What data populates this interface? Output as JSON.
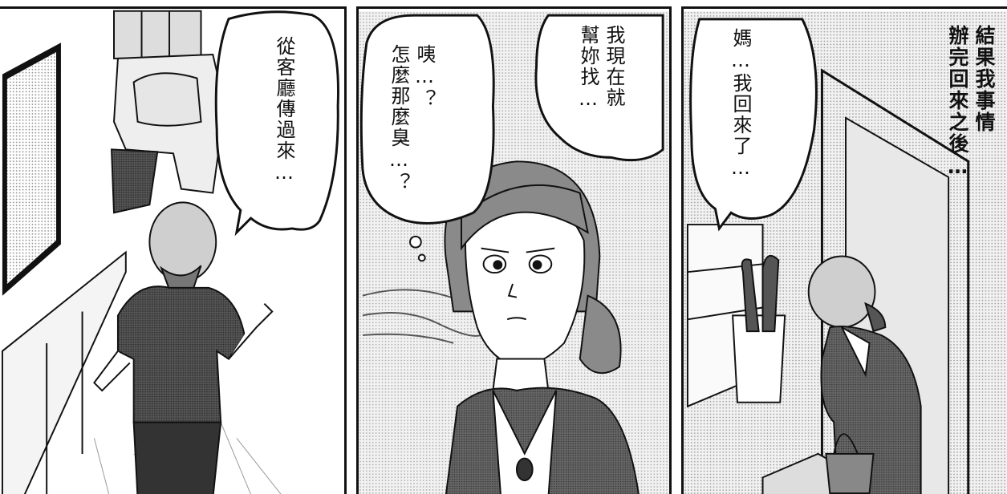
{
  "panels": [
    {
      "id": "left",
      "text": "從客廳傳過來…"
    },
    {
      "id": "middle",
      "thought": "我現在就\n幫妳找…",
      "speech": "咦…？\n怎麼那麼臭…？"
    },
    {
      "id": "right",
      "speech": "媽…我回來了…",
      "narration": "結果我事情\n辦完回來之後…"
    }
  ]
}
